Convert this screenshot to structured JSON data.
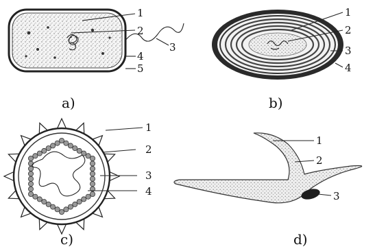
{
  "panels": {
    "a": {
      "caption": "a)",
      "labels": [
        "1",
        "2",
        "3",
        "4",
        "5"
      ]
    },
    "b": {
      "caption": "b)",
      "labels": [
        "1",
        "2",
        "3",
        "4"
      ]
    },
    "c": {
      "caption": "c)",
      "labels": [
        "1",
        "2",
        "3",
        "4"
      ]
    },
    "d": {
      "caption": "d)",
      "labels": [
        "1",
        "2",
        "3"
      ]
    }
  }
}
